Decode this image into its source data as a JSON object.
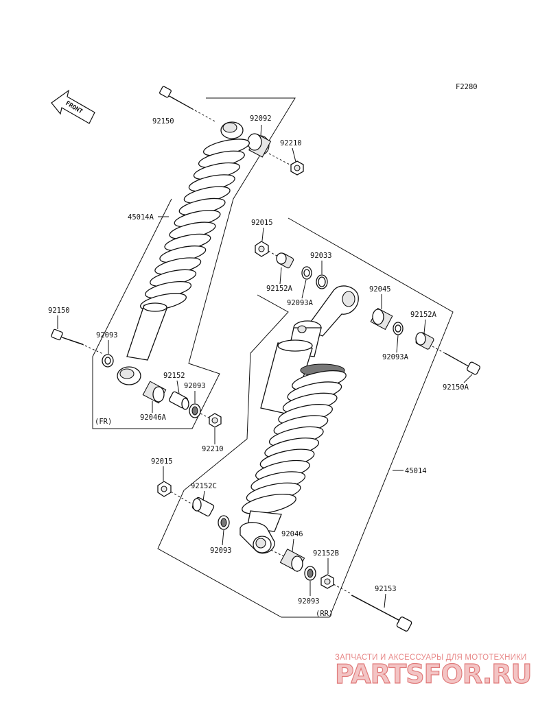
{
  "figure_code": "F2280",
  "front_label": "FRONT",
  "groups": {
    "front": "(FR)",
    "rear": "(RR)"
  },
  "front_parts": {
    "bolt_top": "92150",
    "bushing_top": "92092",
    "nut_top": "92210",
    "shock_absorber": "45014A",
    "bolt_bottom": "92150",
    "oil_seal_left": "92093",
    "collar": "92152",
    "oil_seal_right": "92093",
    "bearing": "92046A",
    "nut_bottom": "92210"
  },
  "rear_parts": {
    "nut_upper": "92015",
    "collar_upper_left": "92152A",
    "oil_seal_upper_left": "92093A",
    "snap_ring": "92033",
    "bearing_upper": "92045",
    "collar_upper_right": "92152A",
    "oil_seal_upper_right": "92093A",
    "bolt_upper": "92150A",
    "shock_absorber": "45014",
    "nut_lower": "92015",
    "collar_lower": "92152C",
    "oil_seal_lower_left": "92093",
    "bearing_lower": "92046",
    "collar_lower_right": "92152B",
    "oil_seal_lower_right": "92093",
    "bolt_lower": "92153"
  },
  "watermark": {
    "tagline": "ЗАПЧАСТИ И АКСЕССУАРЫ ДЛЯ МОТОТЕХНИКИ",
    "brand": "PARTSFOR.RU"
  },
  "colors": {
    "line": "#111111",
    "watermark": "#e07a7a"
  }
}
